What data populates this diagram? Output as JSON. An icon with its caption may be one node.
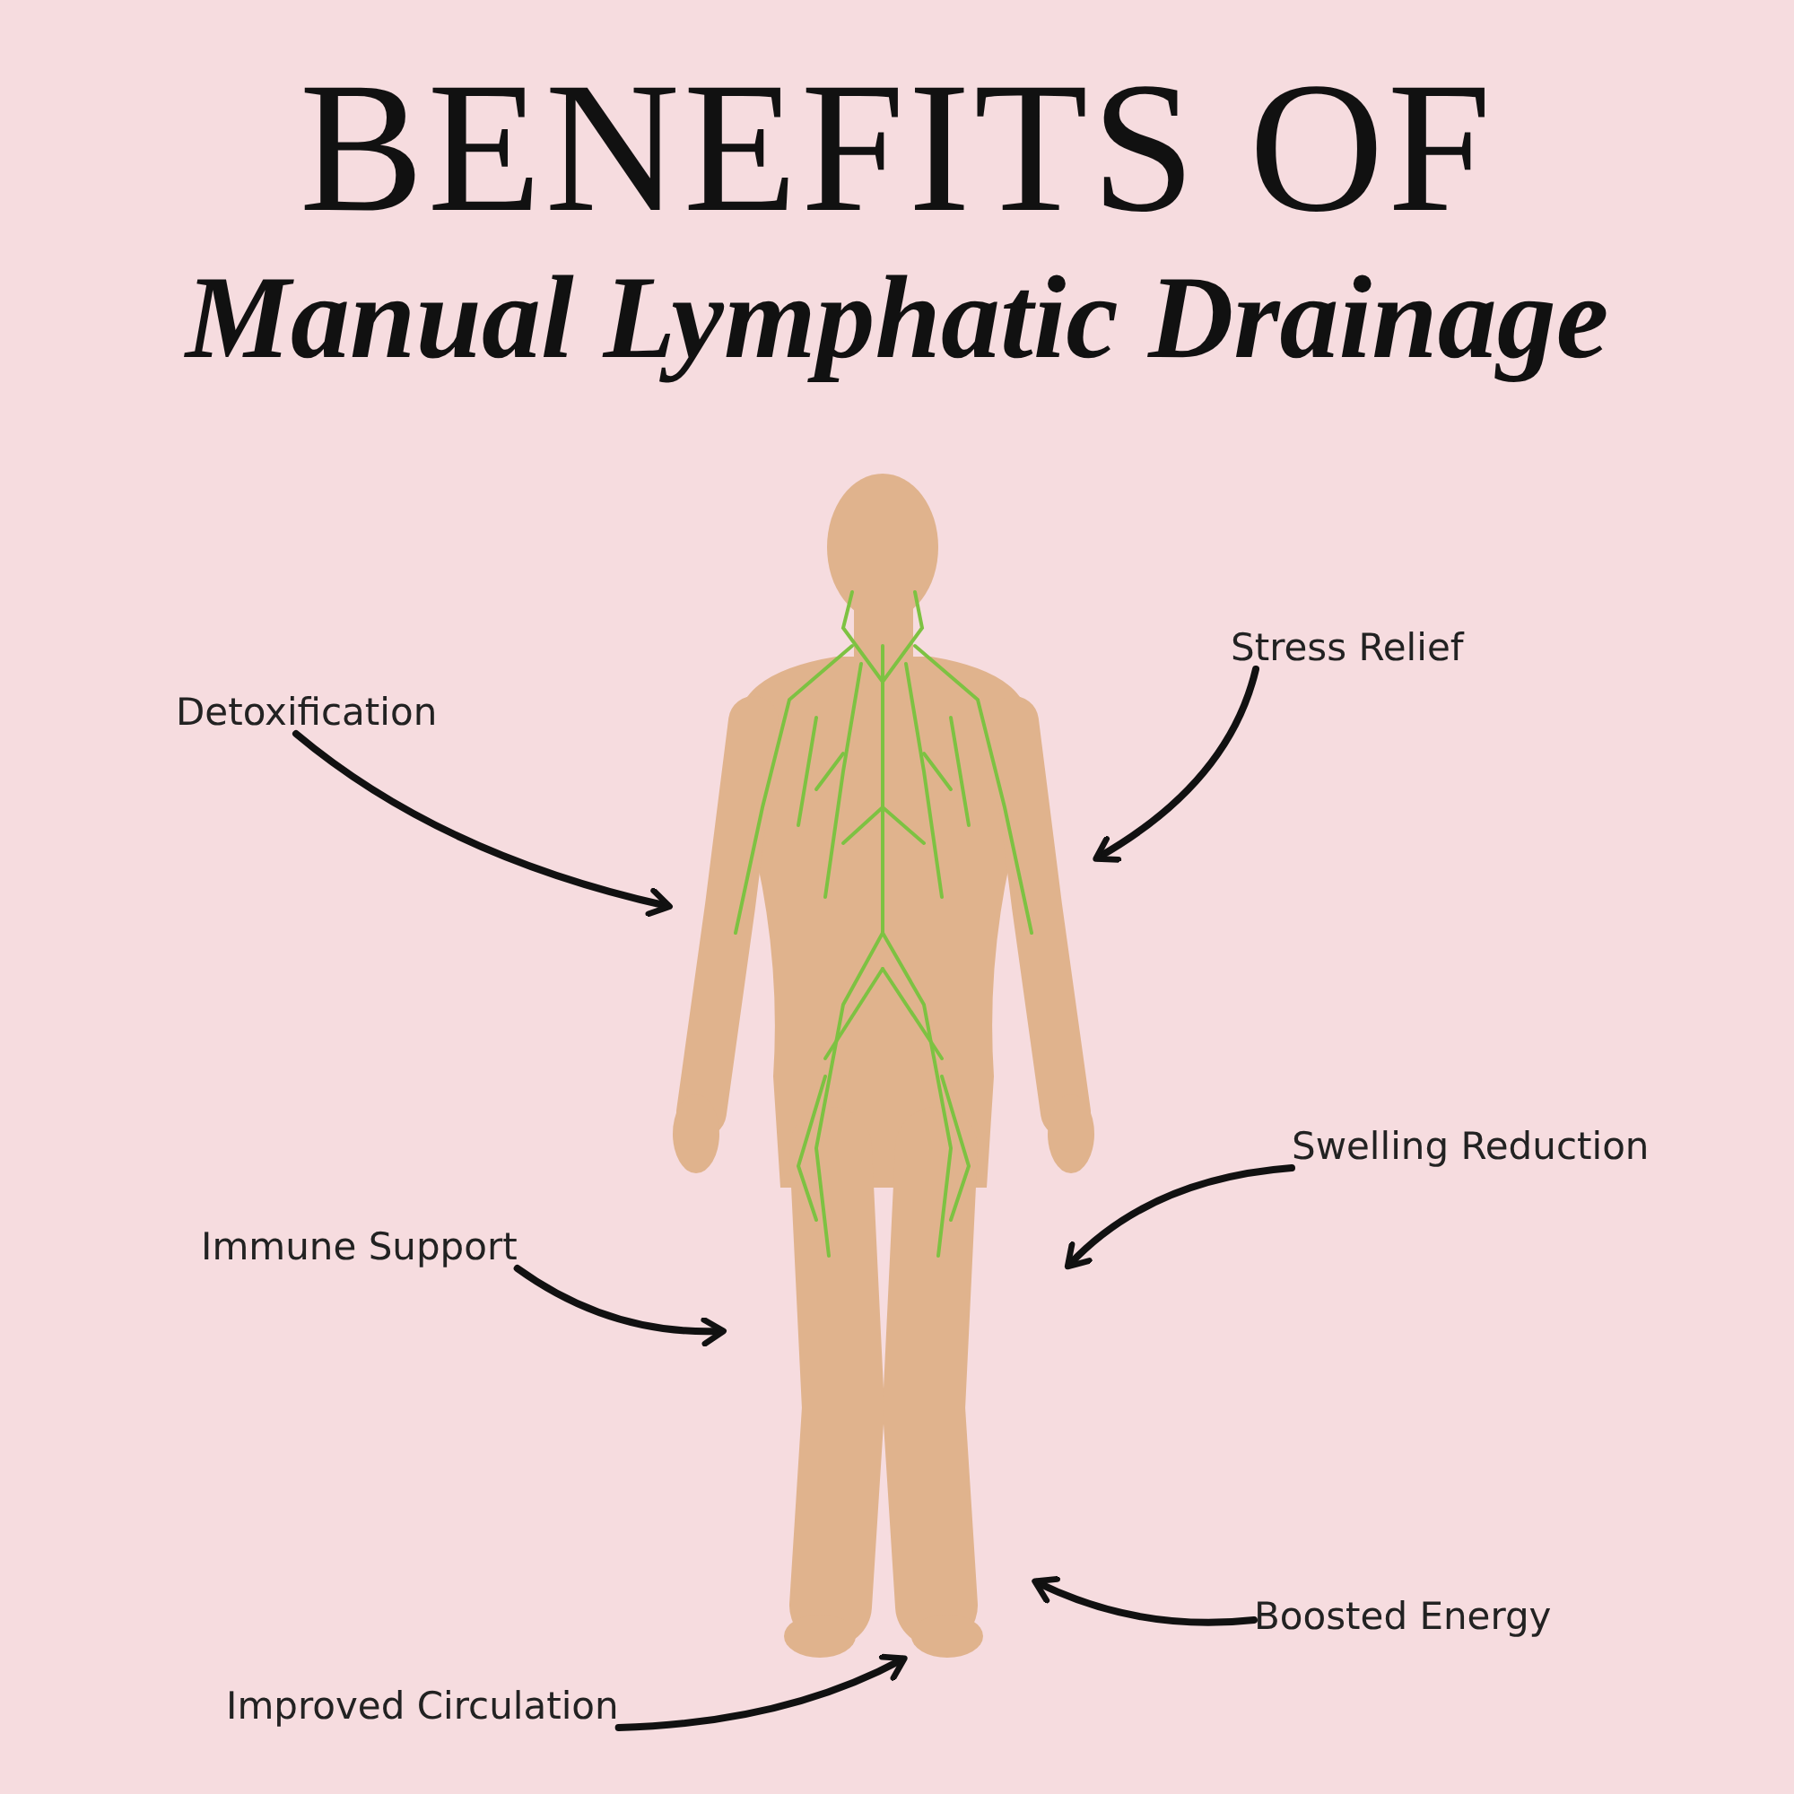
{
  "diagram": {
    "title": "BENEFITS OF *Manual Lymphatic Drainage*",
    "nodes": [
      {
        "text": [
          "Detoxification"
        ]
      },
      {
        "text": [
          "Stress Relief"
        ]
      },
      {
        "text": [
          "Immune Support"
        ]
      },
      {
        "text": [
          "Swelling Reduction"
        ]
      },
      {
        "text": [
          "Improved Circulation"
        ]
      },
      {
        "text": [
          "Boosted Energy"
        ]
      },
      {
        "text": [],
        "shape": "picture"
      }
    ],
    "edges": [
      {
        "from": 0,
        "to": 6,
        "arrow": "to"
      },
      {
        "from": 1,
        "to": 6,
        "arrow": "to"
      },
      {
        "from": 2,
        "to": 6,
        "arrow": "to"
      },
      {
        "from": 3,
        "to": 6,
        "arrow": "to"
      },
      {
        "from": 4,
        "to": 6,
        "arrow": "to"
      },
      {
        "from": 5,
        "to": 6,
        "arrow": "to"
      }
    ]
  }
}
